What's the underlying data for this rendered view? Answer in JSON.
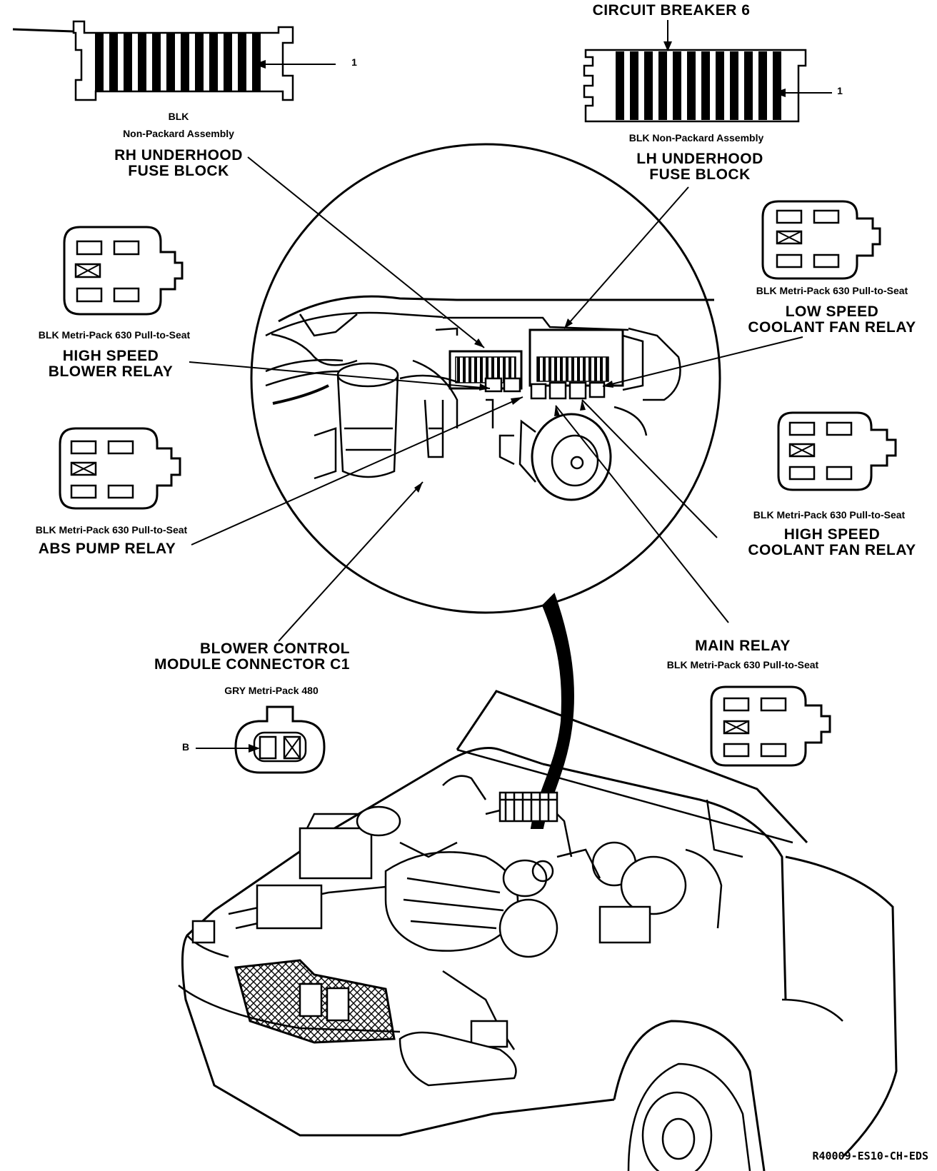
{
  "rh_fuse_block": {
    "callout": "1",
    "color_label": "BLK",
    "assembly_label": "Non-Packard Assembly",
    "title_line1": "RH UNDERHOOD",
    "title_line2": "FUSE BLOCK"
  },
  "lh_fuse_block": {
    "top_label": "CIRCUIT BREAKER 6",
    "callout": "1",
    "assembly_label": "BLK Non-Packard Assembly",
    "title_line1": "LH UNDERHOOD",
    "title_line2": "FUSE BLOCK"
  },
  "high_speed_blower_relay": {
    "connector_label": "BLK Metri-Pack 630 Pull-to-Seat",
    "title_line1": "HIGH SPEED",
    "title_line2": "BLOWER RELAY"
  },
  "low_speed_coolant_fan_relay": {
    "connector_label": "BLK Metri-Pack 630 Pull-to-Seat",
    "title_line1": "LOW SPEED",
    "title_line2": "COOLANT FAN RELAY"
  },
  "abs_pump_relay": {
    "connector_label": "BLK Metri-Pack 630 Pull-to-Seat",
    "title": "ABS PUMP RELAY"
  },
  "high_speed_coolant_fan_relay": {
    "connector_label": "BLK Metri-Pack 630 Pull-to-Seat",
    "title_line1": "HIGH SPEED",
    "title_line2": "COOLANT FAN RELAY"
  },
  "blower_control_module": {
    "title_line1": "BLOWER CONTROL",
    "title_line2": "MODULE CONNECTOR C1",
    "connector_label": "GRY Metri-Pack 480",
    "callout": "B"
  },
  "main_relay": {
    "title": "MAIN RELAY",
    "connector_label": "BLK Metri-Pack 630 Pull-to-Seat"
  },
  "figure_code": "R40009-ES10-CH-EDS"
}
